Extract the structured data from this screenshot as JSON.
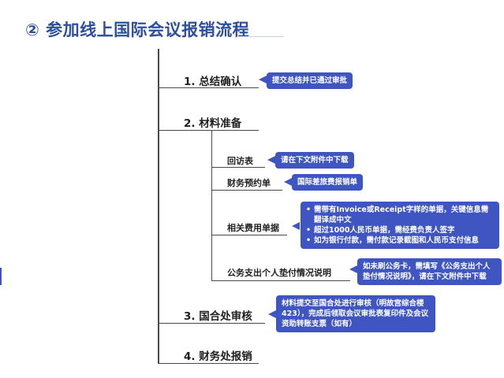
{
  "title": "② 参加线上国际会议报销流程",
  "steps": [
    {
      "label": "1. 总结确认",
      "note": "提交总结并已通过审批"
    },
    {
      "label": "2. 材料准备"
    },
    {
      "label": "3. 国合处审核",
      "note": "材料提交至国合处进行审核（明故宫综合楼423），完成后领取会议审批表复印件及会议资助转账支票（如有）"
    },
    {
      "label": "4. 财务处报销"
    }
  ],
  "materials": [
    {
      "label": "回访表",
      "note": "请在下文附件中下载"
    },
    {
      "label": "财务预约单",
      "note": "国际差旅费报销单"
    },
    {
      "label": "相关费用单据",
      "bullets": [
        "需带有Invoice或Receipt字样的单据，关键信息需翻译成中文",
        "超过1000人民币单据，需经费负责人签字",
        "如为银行付款，需付款记录截图和人民币支付信息"
      ]
    },
    {
      "label": "公务支出个人垫付情况说明",
      "note": "如未刷公务卡，需填写《公务支出个人垫付情况说明》，请在下文附件中下载"
    }
  ],
  "colors": {
    "accent": "#3f55c2",
    "title": "#2c4f9e",
    "line": "#4a4a4a"
  }
}
